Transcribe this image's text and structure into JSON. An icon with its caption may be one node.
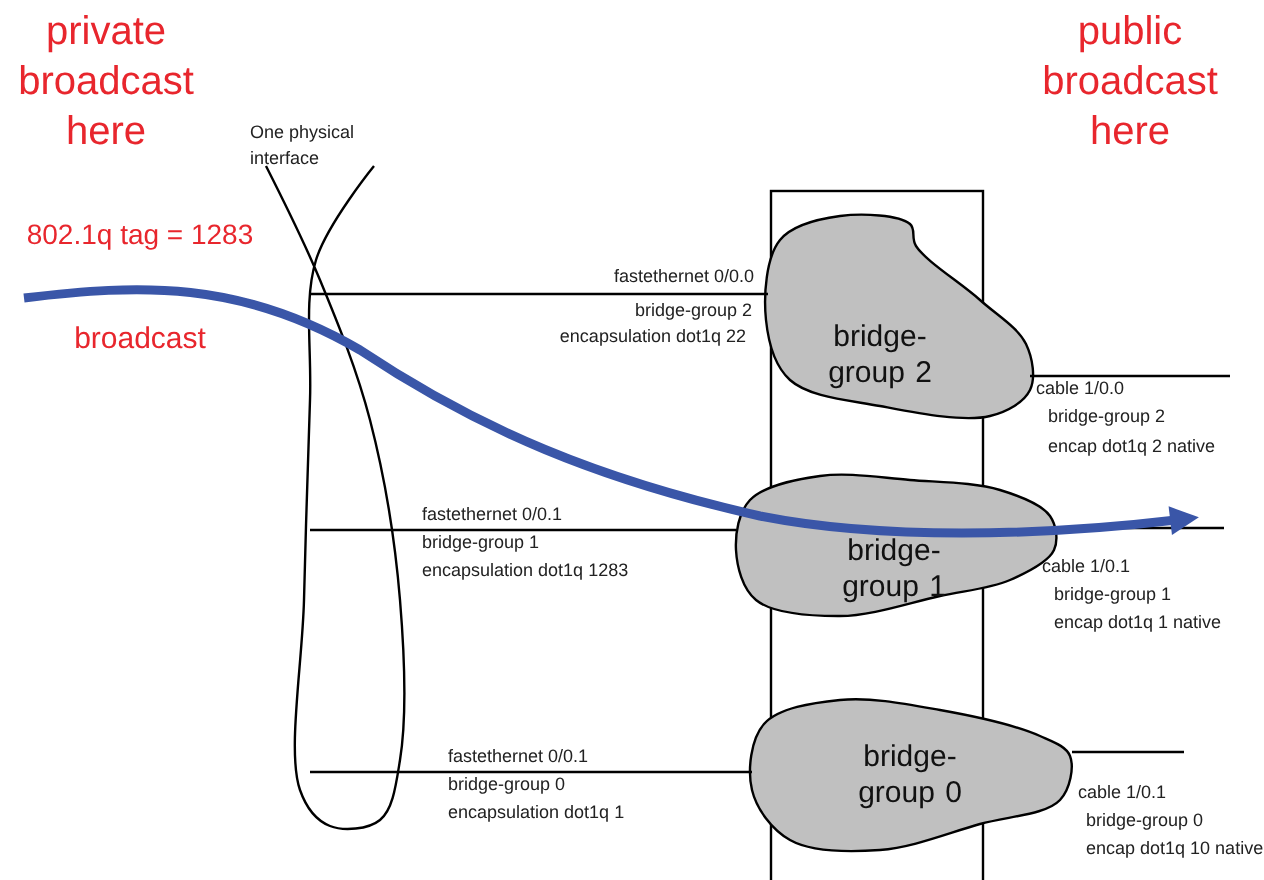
{
  "diagram": {
    "nodes": [
      {
        "text": [
          "One physical interface"
        ]
      },
      {
        "text": [],
        "shape": "box"
      },
      {
        "text": [
          "bridge- group 2"
        ]
      },
      {
        "text": [
          "bridge- group 1"
        ]
      },
      {
        "text": [
          "bridge- group 0"
        ]
      }
    ],
    "edges": [
      {
        "from": 0,
        "to": 2,
        "arrow": "none"
      },
      {
        "from": 0,
        "to": 3,
        "arrow": "none"
      },
      {
        "from": 0,
        "to": 4,
        "arrow": "none"
      },
      {
        "from": 2,
        "to": null,
        "arrow": "none"
      },
      {
        "from": 3,
        "to": null,
        "arrow": "none"
      },
      {
        "from": 4,
        "to": null,
        "arrow": "none"
      }
    ],
    "labels": [
      "private broadcast here",
      "public broadcast here",
      "802.1q tag = 1283",
      "broadcast",
      "fastethernet 0/0.0",
      "bridge-group 2",
      "encapsulation dot1q 22",
      "cable 1/0.0",
      "bridge-group 2",
      "encap dot1q 2 native",
      "fastethernet 0/0.1",
      "bridge-group 1",
      "encapsulation dot1q 1283",
      "cable 1/0.1",
      "bridge-group 1",
      "encap dot1q 1 native",
      "fastethernet 0/0.1",
      "bridge-group 0",
      "encapsulation dot1q 1",
      "cable 1/0.1",
      "bridge-group 0",
      "encap dot1q 10 native"
    ]
  }
}
